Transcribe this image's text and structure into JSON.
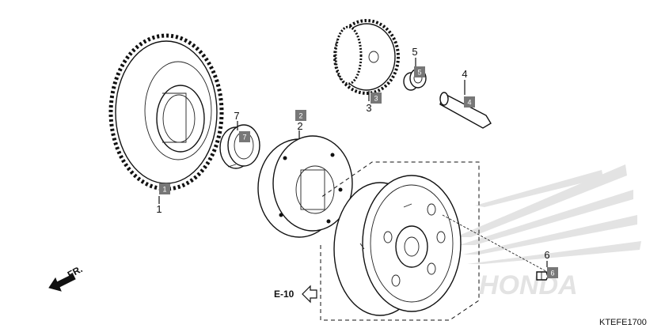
{
  "parts": [
    {
      "number": "1"
    },
    {
      "number": "2"
    },
    {
      "number": "3"
    },
    {
      "number": "4"
    },
    {
      "number": "5"
    },
    {
      "number": "6"
    },
    {
      "number": "7"
    }
  ],
  "reference": {
    "label": "E-10"
  },
  "direction": {
    "label": "FR."
  },
  "diagram_code": "KTEFE1700",
  "watermark": {
    "text": "HONDA"
  },
  "colors": {
    "tag_fill": "#777777",
    "line": "#111111",
    "watermark": "#e3e3e3"
  }
}
